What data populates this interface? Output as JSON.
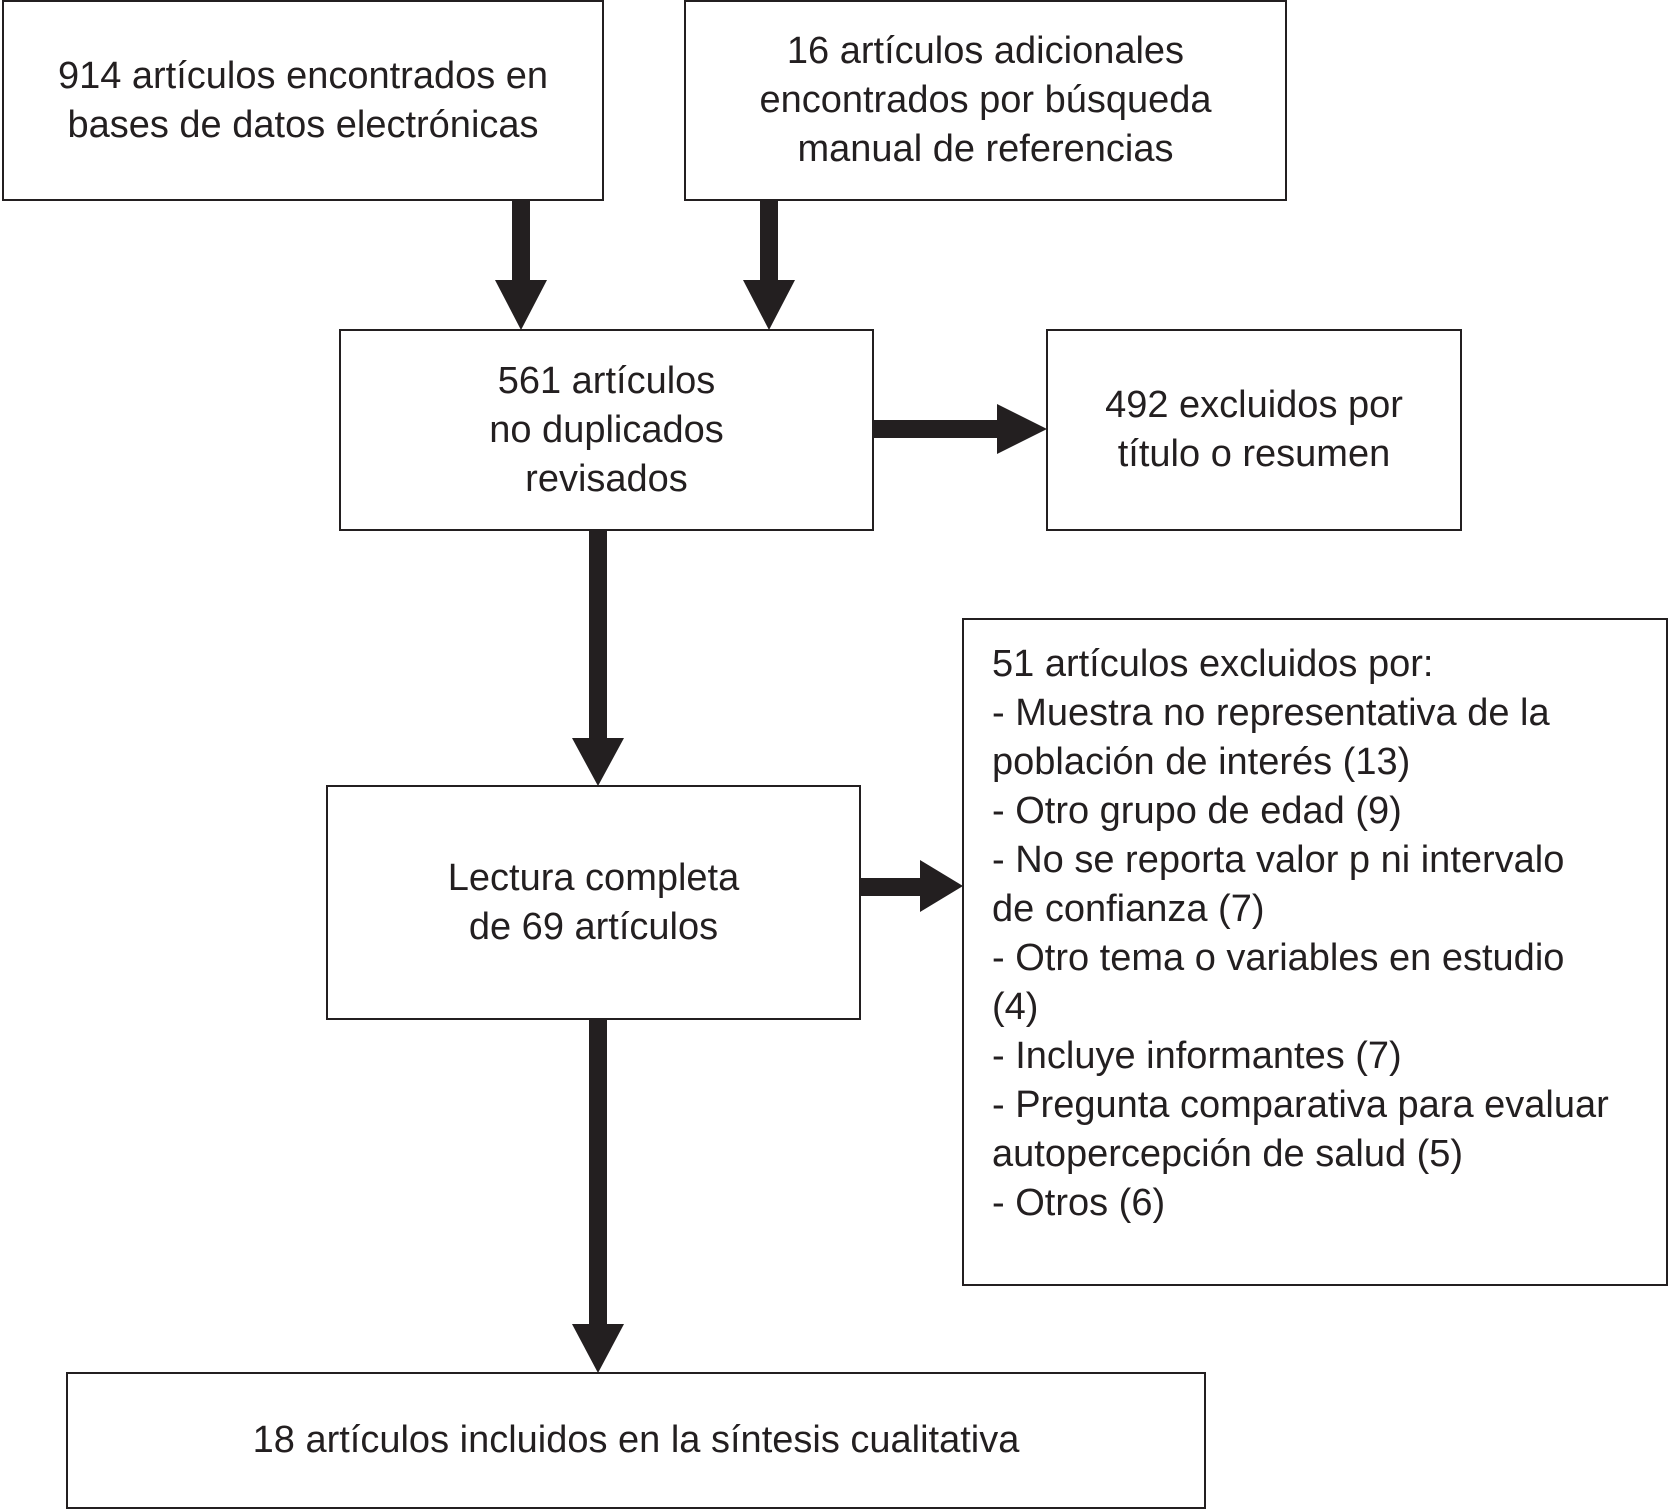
{
  "boxes": {
    "db_search": {
      "lines": [
        "914 artículos encontrados en",
        "bases de datos electrónicas"
      ]
    },
    "manual_search": {
      "lines": [
        "16 artículos adicionales",
        "encontrados por búsqueda",
        "manual de referencias"
      ]
    },
    "screened": {
      "lines": [
        "561 artículos",
        "no duplicados",
        "revisados"
      ]
    },
    "excluded_title": {
      "lines": [
        "492 excluidos por",
        "título o resumen"
      ]
    },
    "full_text": {
      "lines": [
        "Lectura completa",
        "de 69 artículos"
      ]
    },
    "excluded_full": {
      "lines": [
        "51 artículos excluidos por:",
        "- Muestra no representativa de la",
        "población de interés (13)",
        "- Otro grupo de edad (9)",
        "- No se reporta valor p ni intervalo",
        "de confianza (7)",
        "- Otro tema o variables en estudio",
        "(4)",
        "- Incluye informantes (7)",
        "- Pregunta comparativa para evaluar",
        "autopercepción de salud (5)",
        "- Otros (6)"
      ]
    },
    "included": {
      "lines": [
        "18 artículos incluidos en la síntesis cualitativa"
      ]
    }
  }
}
